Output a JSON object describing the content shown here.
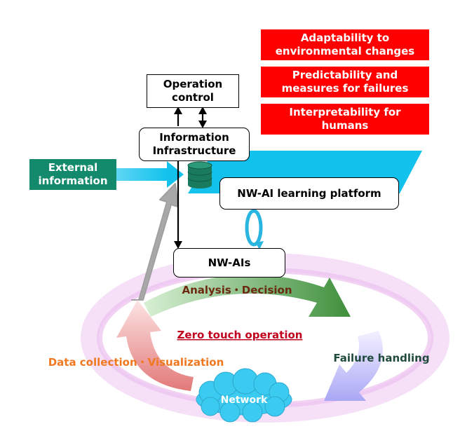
{
  "requirements": [
    {
      "line1": "Adaptability  to",
      "line2": "environmental changes"
    },
    {
      "line1": "Predictability and",
      "line2": "measures for failures"
    },
    {
      "line1": "Interpretability for",
      "line2": "humans"
    }
  ],
  "operation_control": {
    "line1": "Operation",
    "line2": "control"
  },
  "information_infrastructure": {
    "line1": "Information",
    "line2": "Infrastructure"
  },
  "external_information": {
    "line1": "External",
    "line2": "information"
  },
  "learning_platform": "NW-AI learning platform",
  "nw_ais": "NW-AIs",
  "cycle": {
    "center_label": "Zero touch operation",
    "analysis_decision": "Analysis・Decision",
    "failure_handling": "Failure handling",
    "data_collection": "Data collection・Visualization",
    "network": "Network"
  },
  "colors": {
    "requirement_red": "#ff0000",
    "external_teal": "#148a6c",
    "platform_cyan": "#12c2ec",
    "database_green": "#1a7a5e",
    "analysis_green": "#4a9a48",
    "failure_purple": "#a9a7f5",
    "data_pink": "#e78a8a",
    "network_cyan": "#3ccbf0",
    "analysis_text": "#6b2a10",
    "failure_text": "#1f4a3c",
    "data_text": "#f07820",
    "center_text": "#c0001e"
  }
}
